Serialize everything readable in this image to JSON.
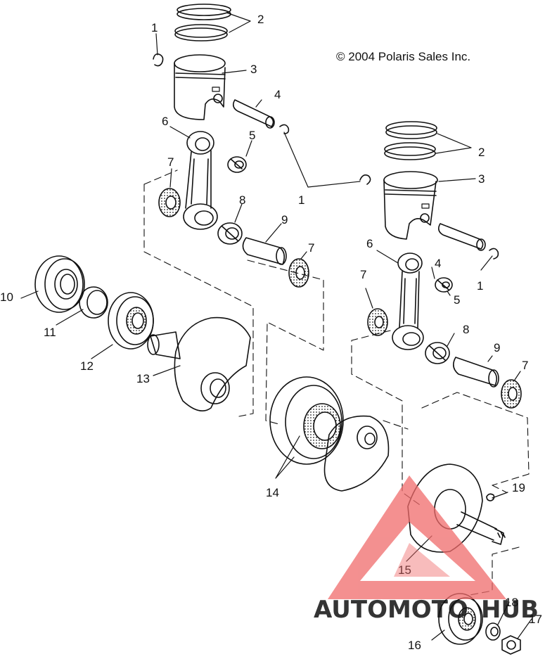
{
  "copyright": "© 2004 Polaris Sales Inc.",
  "callouts": [
    {
      "id": "c1a",
      "text": "1"
    },
    {
      "id": "c2a",
      "text": "2"
    },
    {
      "id": "c3a",
      "text": "3"
    },
    {
      "id": "c4a",
      "text": "4"
    },
    {
      "id": "c6a",
      "text": "6"
    },
    {
      "id": "c5a",
      "text": "5"
    },
    {
      "id": "c7a",
      "text": "7"
    },
    {
      "id": "c8a",
      "text": "8"
    },
    {
      "id": "c9a",
      "text": "9"
    },
    {
      "id": "c7b",
      "text": "7"
    },
    {
      "id": "c1b",
      "text": "1"
    },
    {
      "id": "c2b",
      "text": "2"
    },
    {
      "id": "c3b",
      "text": "3"
    },
    {
      "id": "c6b",
      "text": "6"
    },
    {
      "id": "c4b",
      "text": "4"
    },
    {
      "id": "c1c",
      "text": "1"
    },
    {
      "id": "c7c",
      "text": "7"
    },
    {
      "id": "c5b",
      "text": "5"
    },
    {
      "id": "c8b",
      "text": "8"
    },
    {
      "id": "c9b",
      "text": "9"
    },
    {
      "id": "c7d",
      "text": "7"
    },
    {
      "id": "c10",
      "text": "10"
    },
    {
      "id": "c11",
      "text": "11"
    },
    {
      "id": "c12",
      "text": "12"
    },
    {
      "id": "c13",
      "text": "13"
    },
    {
      "id": "c14",
      "text": "14"
    },
    {
      "id": "c19",
      "text": "19"
    },
    {
      "id": "c15",
      "text": "15"
    },
    {
      "id": "c18",
      "text": "18"
    },
    {
      "id": "c17",
      "text": "17"
    },
    {
      "id": "c16",
      "text": "16"
    }
  ],
  "watermark": {
    "part1": "AUTOMOTO",
    "part2": "HUB",
    "color1": "#f5b870",
    "color2": "#9a9a9a",
    "triangle_color": "#f06b6b"
  }
}
